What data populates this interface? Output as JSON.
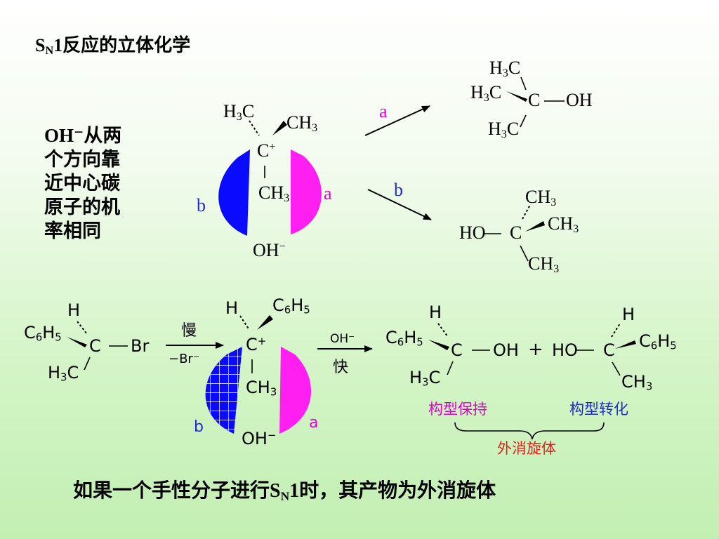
{
  "title": {
    "s": "S",
    "sub": "N",
    "rest": "1反应的立体化学"
  },
  "explanation_lines": [
    "OH⁻从两",
    "个方向靠",
    "近中心碳",
    "原子的机",
    "率相同"
  ],
  "top_cation": {
    "h3c": {
      "main": "H",
      "sub": "3",
      "end": "C"
    },
    "ch3_right": {
      "main": "CH",
      "sub": "3"
    },
    "carbon": {
      "main": "C",
      "sup": "+"
    },
    "ch3_bottom": {
      "main": "CH",
      "sub": "3"
    },
    "oh": {
      "main": "OH",
      "sup": "−"
    },
    "label_a": "a",
    "label_b": "b"
  },
  "top_arrow_labels": {
    "a": "a",
    "b": "b"
  },
  "product_a": {
    "h3c_top": {
      "main": "H",
      "sub": "3",
      "end": "C"
    },
    "h3c_mid": {
      "main": "H",
      "sub": "3",
      "end": "C"
    },
    "h3c_bot": {
      "main": "H",
      "sub": "3",
      "end": "C"
    },
    "carbon": "C",
    "oh": "OH"
  },
  "product_b": {
    "ch3_top": {
      "main": "CH",
      "sub": "3"
    },
    "ho": "HO",
    "carbon": "C",
    "ch3_right": {
      "main": "CH",
      "sub": "3"
    },
    "ch3_bot": {
      "main": "CH",
      "sub": "3"
    }
  },
  "reactant": {
    "h": "H",
    "c6h5": {
      "a": "C",
      "s1": "6",
      "b": "H",
      "s2": "5"
    },
    "carbon": "C",
    "br": "Br",
    "h3c": {
      "main": "H",
      "sub": "3",
      "end": "C"
    }
  },
  "step1": {
    "top": "慢",
    "bottom": "−Br⁻"
  },
  "bottom_cation": {
    "h": "H",
    "c6h5": {
      "a": "C",
      "s1": "6",
      "b": "H",
      "s2": "5"
    },
    "carbon": {
      "main": "C",
      "sup": "+"
    },
    "ch3": {
      "main": "CH",
      "sub": "3"
    },
    "oh": {
      "main": "OH",
      "sup": "−"
    },
    "label_a": "a",
    "label_b": "b"
  },
  "step2": {
    "top": "OH⁻",
    "bottom": "快"
  },
  "product_retention": {
    "h": "H",
    "c6h5": {
      "a": "C",
      "s1": "6",
      "b": "H",
      "s2": "5"
    },
    "carbon": "C",
    "oh": "OH",
    "h3c": {
      "main": "H",
      "sub": "3",
      "end": "C"
    }
  },
  "plus": "+",
  "product_inversion": {
    "h": "H",
    "ho": "HO",
    "carbon": "C",
    "c6h5": {
      "a": "C",
      "s1": "6",
      "b": "H",
      "s2": "5"
    },
    "ch3": {
      "main": "CH",
      "sub": "3"
    }
  },
  "labels": {
    "retention": "构型保持",
    "inversion": "构型转化",
    "racemate": "外消旋体"
  },
  "conclusion": {
    "pre": "如果一个手性分子进行S",
    "sub": "N",
    "post": "1时，其产物为外消旋体"
  },
  "colors": {
    "blue": "#0a0aff",
    "magenta": "#ff1ff0",
    "label_blue": "#1f2bd6",
    "label_magenta": "#e000d0",
    "label_red": "#e02020"
  }
}
